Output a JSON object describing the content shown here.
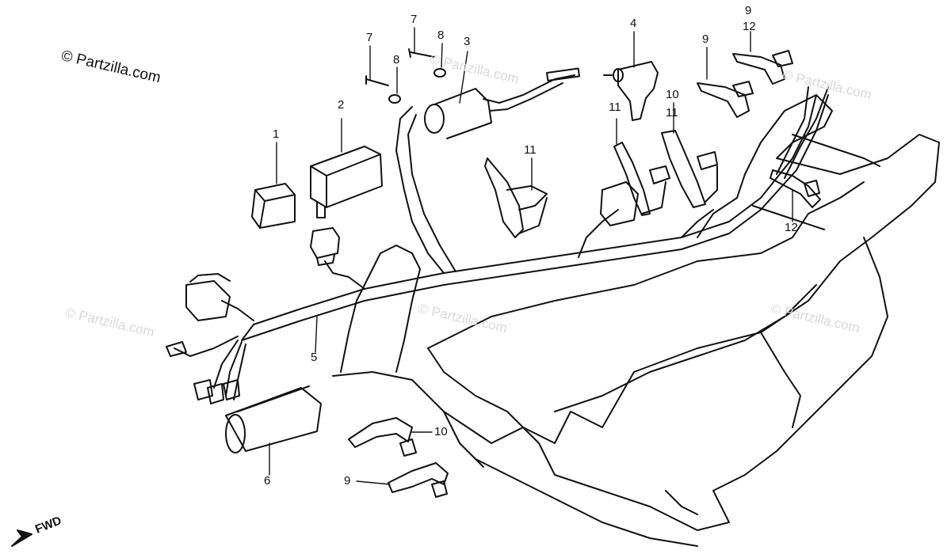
{
  "copyright": "© Partzilla.com",
  "watermark_text": "© Partzilla.com",
  "fwd_label": "FWD",
  "callouts": {
    "c1": "1",
    "c2": "2",
    "c3": "3",
    "c4": "4",
    "c5": "5",
    "c6": "6",
    "c7a": "7",
    "c7b": "7",
    "c8a": "8",
    "c8b": "8",
    "c9a": "9",
    "c9b": "9",
    "c9c": "9",
    "c10a": "10",
    "c10b": "10",
    "c11a": "11",
    "c11b": "11",
    "c11c": "11",
    "c12a": "12",
    "c12b": "12"
  },
  "colors": {
    "line": "#111111",
    "watermark": "#d9d9d9"
  }
}
